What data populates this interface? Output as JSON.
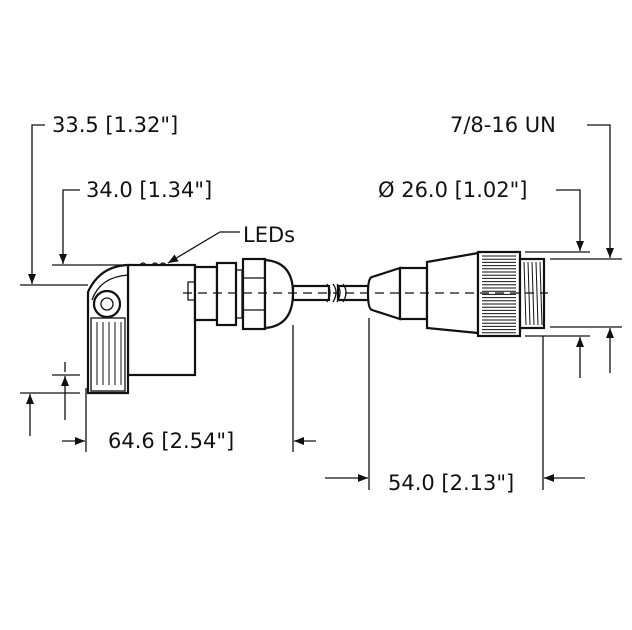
{
  "drawing": {
    "dim_top_left": "33.5 [1.32\"]",
    "dim_upper_left": "34.0 [1.34\"]",
    "leds_label": "LEDs",
    "dim_left_length": "64.6 [2.54\"]",
    "dim_thread": "7/8-16 UN",
    "dim_diameter": "Ø 26.0 [1.02\"]",
    "dim_right_length": "54.0 [2.13\"]"
  }
}
